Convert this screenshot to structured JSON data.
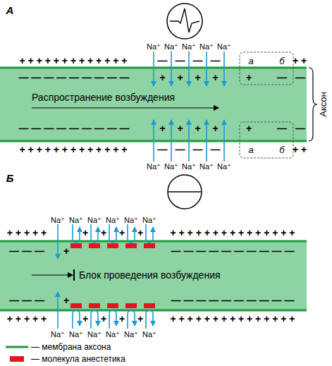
{
  "diagram": {
    "nodes": [
      {
        "text": [
          "Распространение возбуждения"
        ]
      },
      {
        "text": [
          "Блок проведения возбуждения"
        ]
      }
    ],
    "labels": [
      "А",
      "Na⁺",
      "Na⁺",
      "Na⁺",
      "Na⁺",
      "Na⁺",
      "+ + + + + + + + + + + + +",
      "—",
      "—",
      "—",
      "—",
      "а",
      "б",
      "+ +",
      "— — — — — — — — —",
      "+",
      "+",
      "+",
      "+",
      "+",
      "—",
      "—",
      "— — — — — — — — —",
      "+",
      "+",
      "+",
      "+",
      "+",
      "—",
      "—",
      "+ + + + + + + + + + + + +",
      "—",
      "—",
      "—",
      "—",
      "а",
      "б",
      "+ +",
      "Na⁺",
      "Na⁺",
      "Na⁺",
      "Na⁺",
      "Na⁺",
      "Аксон",
      "Б",
      "Na⁺",
      "Na⁺",
      "Na⁺",
      "Na⁺",
      "Na⁺",
      "Na⁺",
      "+ + + + +",
      "+",
      "+",
      "+",
      "+",
      "+ + + + + + + + + + + + + + +",
      "— — —",
      "+",
      "— — — — — — — — — —",
      "— — —",
      "+",
      "— — — — — — — — — —",
      "+ + + + +",
      "+",
      "+",
      "+",
      "+",
      "+ + + + + + + + + + + + + + +",
      "Na⁺",
      "Na⁺",
      "Na⁺",
      "Na⁺",
      "Na⁺",
      "Na⁺"
    ],
    "legend": [
      {
        "text": "— мембрана аксона"
      },
      {
        "text": "— молекула анестетика",
        "color": "#e3161e"
      }
    ]
  }
}
